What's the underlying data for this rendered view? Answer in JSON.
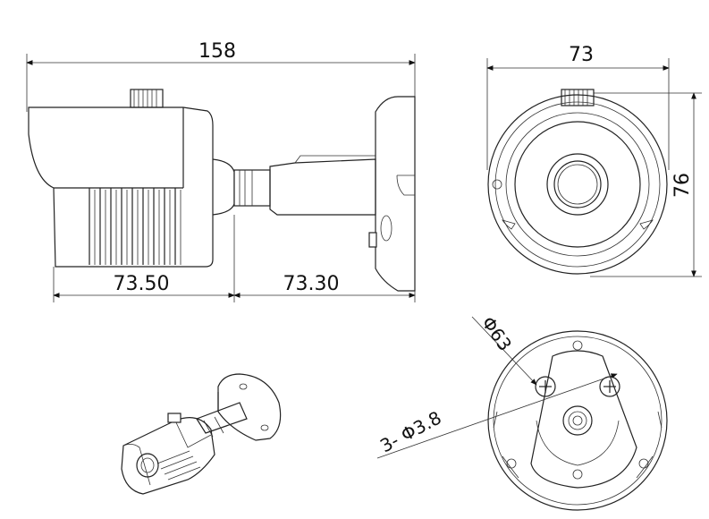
{
  "dimensions": {
    "side_total_width": "158",
    "side_front_length": "73.50",
    "side_rear_length": "73.30",
    "front_width": "73",
    "front_height": "76",
    "mount_base_diameter": "Φ63",
    "mount_screw_holes": "3-  Φ3.8"
  }
}
